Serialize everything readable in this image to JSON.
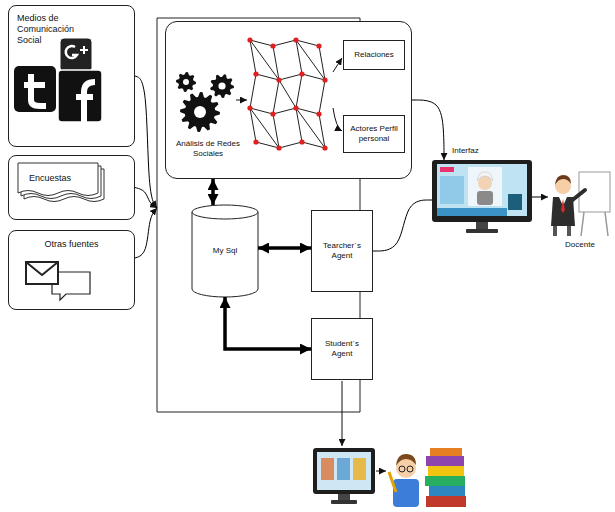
{
  "diagram": {
    "nodes": [
      {
        "text": [
          "Medios de Comunicación Social"
        ]
      },
      {
        "text": [
          "Encuestas"
        ]
      },
      {
        "text": [
          "Otras fuentes"
        ]
      },
      {
        "text": []
      },
      {
        "text": [
          "Análisis de Redes Sociales"
        ],
        "in": 3
      },
      {
        "text": [
          "Relaciones"
        ],
        "in": 4
      },
      {
        "text": [
          "Actores Perfil personal"
        ],
        "in": 4
      },
      {
        "text": [
          "My Sql"
        ],
        "in": 3
      },
      {
        "text": [
          "Tearcher´s Agent"
        ],
        "in": 3
      },
      {
        "text": [
          "Student´s Agent"
        ],
        "in": 3
      },
      {
        "text": [
          "Interfaz"
        ]
      },
      {
        "text": [
          "Docente"
        ]
      }
    ],
    "edges": [
      {
        "from": 0,
        "to": 3,
        "arrow": "to"
      },
      {
        "from": 1,
        "to": 3,
        "arrow": "to"
      },
      {
        "from": 2,
        "to": 3,
        "arrow": "to"
      },
      {
        "from": 4,
        "to": 7,
        "arrow": "both"
      },
      {
        "from": 7,
        "to": 8,
        "arrow": "both"
      },
      {
        "from": 7,
        "to": 9,
        "arrow": "both"
      },
      {
        "from": 8,
        "to": 10,
        "arrow": "none"
      },
      {
        "from": 4,
        "to": 10,
        "arrow": "to"
      },
      {
        "from": 10,
        "to": 11,
        "arrow": "to"
      }
    ]
  }
}
